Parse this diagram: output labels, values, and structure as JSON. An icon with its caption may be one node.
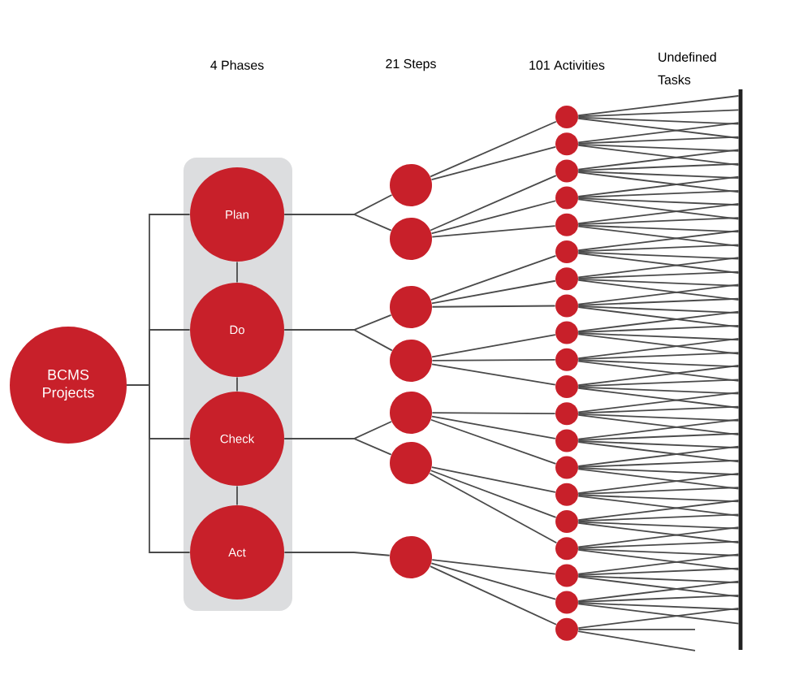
{
  "diagram": {
    "nodes": [
      {
        "text": [
          "BCMS Projects"
        ]
      },
      {
        "text": [],
        "shape": "box"
      },
      {
        "text": [
          "Plan"
        ],
        "in": 1
      },
      {
        "text": [
          "Do"
        ],
        "in": 1
      },
      {
        "text": [
          "Check"
        ],
        "in": 1
      },
      {
        "text": [
          "Act"
        ],
        "in": 1
      },
      {
        "text": [],
        "shape": "circle"
      },
      {
        "text": [],
        "shape": "circle"
      },
      {
        "text": [],
        "shape": "circle"
      },
      {
        "text": [],
        "shape": "circle"
      },
      {
        "text": [],
        "shape": "circle"
      },
      {
        "text": [],
        "shape": "circle"
      },
      {
        "text": [],
        "shape": "circle"
      },
      {
        "text": [],
        "shape": "circle"
      },
      {
        "text": [],
        "shape": "circle"
      },
      {
        "text": [],
        "shape": "circle"
      },
      {
        "text": [],
        "shape": "circle"
      },
      {
        "text": [],
        "shape": "circle"
      },
      {
        "text": [],
        "shape": "circle"
      },
      {
        "text": [],
        "shape": "circle"
      },
      {
        "text": [],
        "shape": "circle"
      },
      {
        "text": [],
        "shape": "circle"
      },
      {
        "text": [],
        "shape": "circle"
      },
      {
        "text": [],
        "shape": "circle"
      },
      {
        "text": [],
        "shape": "circle"
      },
      {
        "text": [],
        "shape": "circle"
      },
      {
        "text": [],
        "shape": "circle"
      },
      {
        "text": [],
        "shape": "circle"
      },
      {
        "text": [],
        "shape": "circle"
      },
      {
        "text": [],
        "shape": "circle"
      },
      {
        "text": [],
        "shape": "circle"
      },
      {
        "text": [],
        "shape": "circle"
      },
      {
        "text": [],
        "shape": "circle"
      },
      {
        "text": [],
        "shape": "bar"
      }
    ],
    "edges": [
      {
        "from": 0,
        "to": 2,
        "arrow": "none"
      },
      {
        "from": 0,
        "to": 3,
        "arrow": "none"
      },
      {
        "from": 0,
        "to": 4,
        "arrow": "none"
      },
      {
        "from": 0,
        "to": 5,
        "arrow": "none"
      },
      {
        "from": 2,
        "to": 3,
        "arrow": "none"
      },
      {
        "from": 3,
        "to": 4,
        "arrow": "none"
      },
      {
        "from": 4,
        "to": 5,
        "arrow": "none"
      },
      {
        "from": 2,
        "to": 6,
        "arrow": "none"
      },
      {
        "from": 2,
        "to": 7,
        "arrow": "none"
      },
      {
        "from": 3,
        "to": 8,
        "arrow": "none"
      },
      {
        "from": 3,
        "to": 9,
        "arrow": "none"
      },
      {
        "from": 4,
        "to": 10,
        "arrow": "none"
      },
      {
        "from": 4,
        "to": 11,
        "arrow": "none"
      },
      {
        "from": 5,
        "to": 12,
        "arrow": "none"
      },
      {
        "from": 6,
        "to": 13,
        "arrow": "none"
      },
      {
        "from": 6,
        "to": 14,
        "arrow": "none"
      },
      {
        "from": 7,
        "to": 15,
        "arrow": "none"
      },
      {
        "from": 7,
        "to": 16,
        "arrow": "none"
      },
      {
        "from": 7,
        "to": 17,
        "arrow": "none"
      },
      {
        "from": 8,
        "to": 18,
        "arrow": "none"
      },
      {
        "from": 8,
        "to": 19,
        "arrow": "none"
      },
      {
        "from": 8,
        "to": 20,
        "arrow": "none"
      },
      {
        "from": 9,
        "to": 21,
        "arrow": "none"
      },
      {
        "from": 9,
        "to": 22,
        "arrow": "none"
      },
      {
        "from": 9,
        "to": 23,
        "arrow": "none"
      },
      {
        "from": 10,
        "to": 24,
        "arrow": "none"
      },
      {
        "from": 10,
        "to": 25,
        "arrow": "none"
      },
      {
        "from": 10,
        "to": 26,
        "arrow": "none"
      },
      {
        "from": 11,
        "to": 27,
        "arrow": "none"
      },
      {
        "from": 11,
        "to": 28,
        "arrow": "none"
      },
      {
        "from": 11,
        "to": 29,
        "arrow": "none"
      },
      {
        "from": 12,
        "to": 30,
        "arrow": "none"
      },
      {
        "from": 12,
        "to": 31,
        "arrow": "none"
      },
      {
        "from": 12,
        "to": 32,
        "arrow": "none"
      },
      {
        "from": 13,
        "to": 33,
        "arrow": "none"
      },
      {
        "from": 13,
        "to": 33,
        "arrow": "none"
      },
      {
        "from": 13,
        "to": 33,
        "arrow": "none"
      },
      {
        "from": 13,
        "to": 33,
        "arrow": "none"
      },
      {
        "from": 14,
        "to": 33,
        "arrow": "none"
      },
      {
        "from": 14,
        "to": 33,
        "arrow": "none"
      },
      {
        "from": 14,
        "to": 33,
        "arrow": "none"
      },
      {
        "from": 14,
        "to": 33,
        "arrow": "none"
      },
      {
        "from": 15,
        "to": 33,
        "arrow": "none"
      },
      {
        "from": 15,
        "to": 33,
        "arrow": "none"
      },
      {
        "from": 15,
        "to": 33,
        "arrow": "none"
      },
      {
        "from": 15,
        "to": 33,
        "arrow": "none"
      },
      {
        "from": 16,
        "to": 33,
        "arrow": "none"
      },
      {
        "from": 16,
        "to": 33,
        "arrow": "none"
      },
      {
        "from": 16,
        "to": 33,
        "arrow": "none"
      },
      {
        "from": 16,
        "to": 33,
        "arrow": "none"
      },
      {
        "from": 17,
        "to": 33,
        "arrow": "none"
      },
      {
        "from": 17,
        "to": 33,
        "arrow": "none"
      },
      {
        "from": 17,
        "to": 33,
        "arrow": "none"
      },
      {
        "from": 17,
        "to": 33,
        "arrow": "none"
      },
      {
        "from": 18,
        "to": 33,
        "arrow": "none"
      },
      {
        "from": 18,
        "to": 33,
        "arrow": "none"
      },
      {
        "from": 18,
        "to": 33,
        "arrow": "none"
      },
      {
        "from": 18,
        "to": 33,
        "arrow": "none"
      },
      {
        "from": 19,
        "to": 33,
        "arrow": "none"
      },
      {
        "from": 19,
        "to": 33,
        "arrow": "none"
      },
      {
        "from": 19,
        "to": 33,
        "arrow": "none"
      },
      {
        "from": 19,
        "to": 33,
        "arrow": "none"
      },
      {
        "from": 20,
        "to": 33,
        "arrow": "none"
      },
      {
        "from": 20,
        "to": 33,
        "arrow": "none"
      },
      {
        "from": 20,
        "to": 33,
        "arrow": "none"
      },
      {
        "from": 20,
        "to": 33,
        "arrow": "none"
      },
      {
        "from": 21,
        "to": 33,
        "arrow": "none"
      },
      {
        "from": 21,
        "to": 33,
        "arrow": "none"
      },
      {
        "from": 21,
        "to": 33,
        "arrow": "none"
      },
      {
        "from": 21,
        "to": 33,
        "arrow": "none"
      },
      {
        "from": 22,
        "to": 33,
        "arrow": "none"
      },
      {
        "from": 22,
        "to": 33,
        "arrow": "none"
      },
      {
        "from": 22,
        "to": 33,
        "arrow": "none"
      },
      {
        "from": 22,
        "to": 33,
        "arrow": "none"
      },
      {
        "from": 23,
        "to": 33,
        "arrow": "none"
      },
      {
        "from": 23,
        "to": 33,
        "arrow": "none"
      },
      {
        "from": 23,
        "to": 33,
        "arrow": "none"
      },
      {
        "from": 23,
        "to": 33,
        "arrow": "none"
      },
      {
        "from": 24,
        "to": 33,
        "arrow": "none"
      },
      {
        "from": 24,
        "to": 33,
        "arrow": "none"
      },
      {
        "from": 24,
        "to": 33,
        "arrow": "none"
      },
      {
        "from": 24,
        "to": 33,
        "arrow": "none"
      },
      {
        "from": 25,
        "to": 33,
        "arrow": "none"
      },
      {
        "from": 25,
        "to": 33,
        "arrow": "none"
      },
      {
        "from": 25,
        "to": 33,
        "arrow": "none"
      },
      {
        "from": 25,
        "to": 33,
        "arrow": "none"
      },
      {
        "from": 26,
        "to": 33,
        "arrow": "none"
      },
      {
        "from": 26,
        "to": 33,
        "arrow": "none"
      },
      {
        "from": 26,
        "to": 33,
        "arrow": "none"
      },
      {
        "from": 26,
        "to": 33,
        "arrow": "none"
      },
      {
        "from": 27,
        "to": 33,
        "arrow": "none"
      },
      {
        "from": 27,
        "to": 33,
        "arrow": "none"
      },
      {
        "from": 27,
        "to": 33,
        "arrow": "none"
      },
      {
        "from": 27,
        "to": 33,
        "arrow": "none"
      },
      {
        "from": 28,
        "to": 33,
        "arrow": "none"
      },
      {
        "from": 28,
        "to": 33,
        "arrow": "none"
      },
      {
        "from": 28,
        "to": 33,
        "arrow": "none"
      },
      {
        "from": 28,
        "to": 33,
        "arrow": "none"
      },
      {
        "from": 29,
        "to": 33,
        "arrow": "none"
      },
      {
        "from": 29,
        "to": 33,
        "arrow": "none"
      },
      {
        "from": 29,
        "to": 33,
        "arrow": "none"
      },
      {
        "from": 29,
        "to": 33,
        "arrow": "none"
      },
      {
        "from": 30,
        "to": 33,
        "arrow": "none"
      },
      {
        "from": 30,
        "to": 33,
        "arrow": "none"
      },
      {
        "from": 30,
        "to": 33,
        "arrow": "none"
      },
      {
        "from": 30,
        "to": 33,
        "arrow": "none"
      },
      {
        "from": 31,
        "to": 33,
        "arrow": "none"
      },
      {
        "from": 31,
        "to": 33,
        "arrow": "none"
      },
      {
        "from": 31,
        "to": 33,
        "arrow": "none"
      },
      {
        "from": 31,
        "to": 33,
        "arrow": "none"
      },
      {
        "from": 32,
        "to": 33,
        "arrow": "none"
      },
      {
        "from": 32,
        "to": null,
        "arrow": "none"
      },
      {
        "from": 32,
        "to": null,
        "arrow": "none"
      }
    ],
    "labels": [
      "4 Phases",
      "21 Steps",
      "101 Activities",
      "Undefined Tasks"
    ]
  }
}
